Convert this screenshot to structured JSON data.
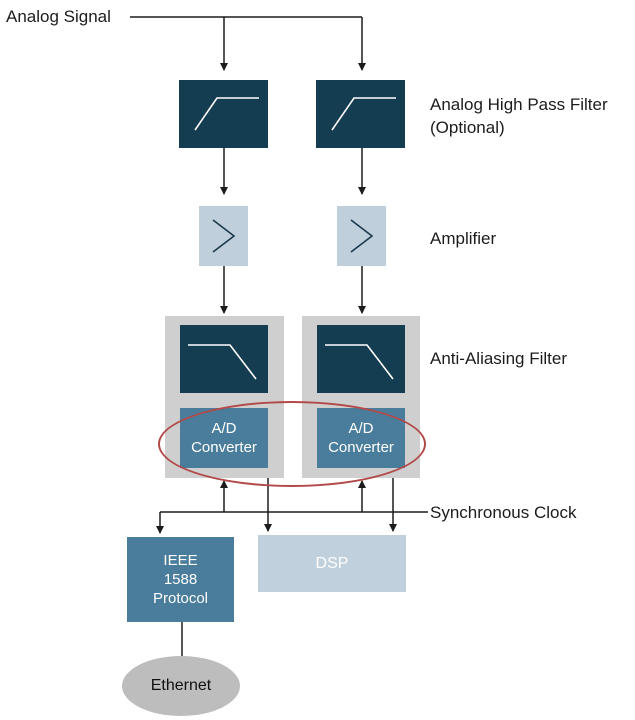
{
  "labels": {
    "analog_signal": "Analog Signal",
    "hpf_line1": "Analog High Pass Filter",
    "hpf_line2": "(Optional)",
    "amplifier": "Amplifier",
    "anti_aliasing": "Anti-Aliasing Filter",
    "sync_clock": "Synchronous Clock"
  },
  "adc": {
    "line1": "A/D",
    "line2": "Converter"
  },
  "ieee": {
    "line1": "IEEE",
    "line2": "1588",
    "line3": "Protocol"
  },
  "dsp": "DSP",
  "ethernet": "Ethernet",
  "colors": {
    "dark_block": "#143d52",
    "medium_block": "#4a7d9c",
    "light_block": "#bfcfdc",
    "panel_gray": "#cfcfcf",
    "ellipse_red": "#b24a4a",
    "ethernet_gray": "#bdbdbd"
  }
}
